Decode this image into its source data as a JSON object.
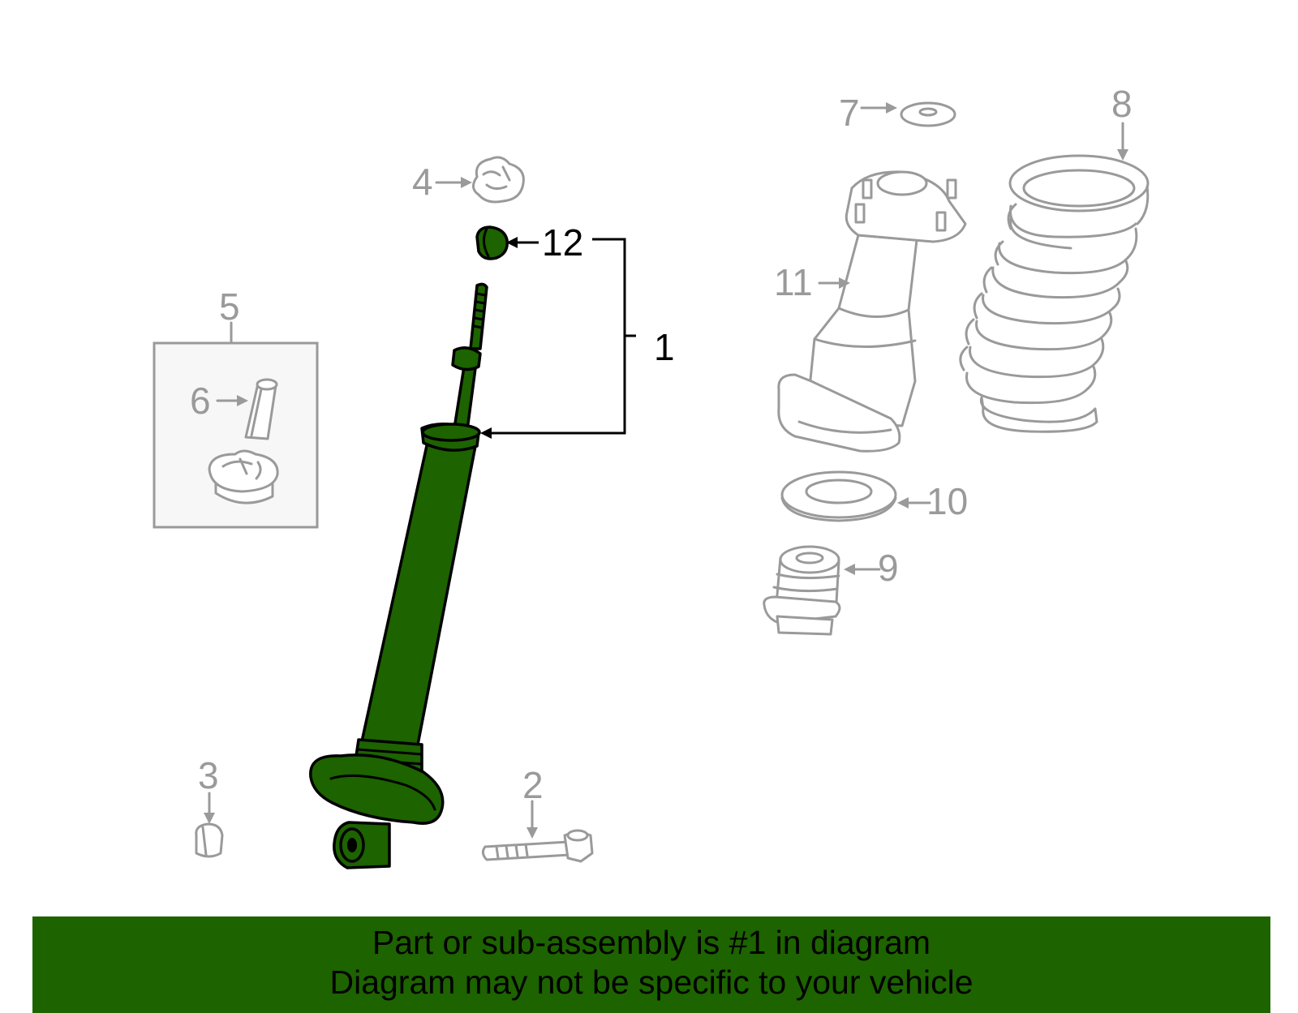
{
  "callouts": {
    "c1": "1",
    "c2": "2",
    "c3": "3",
    "c4": "4",
    "c5": "5",
    "c6": "6",
    "c7": "7",
    "c8": "8",
    "c9": "9",
    "c10": "10",
    "c11": "11",
    "c12": "12"
  },
  "colors": {
    "highlight": "#1d6300",
    "outline_gray": "#9a9a9a",
    "banner_bg": "#1d6300"
  },
  "banner": {
    "line1": "Part or sub-assembly is #1 in diagram",
    "line2": "Diagram may not be specific to your vehicle"
  }
}
